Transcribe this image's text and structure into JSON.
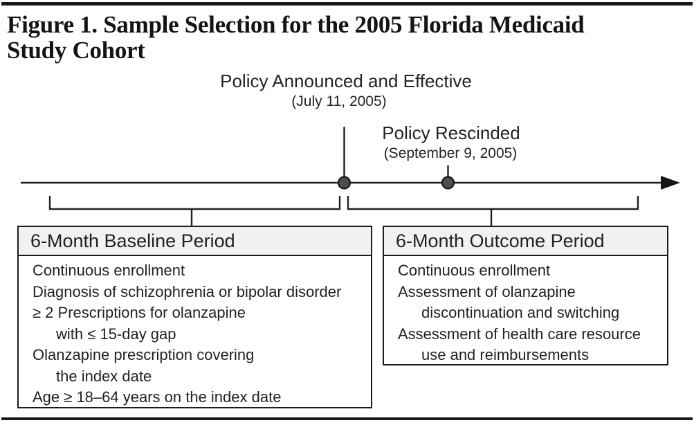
{
  "figure_title": {
    "line1": "Figure 1. Sample Selection for the 2005 Florida Medicaid",
    "line2": "Study Cohort"
  },
  "timeline": {
    "axis_color": "#231f20",
    "dot_fill": "#4f4f4f",
    "dot_stroke": "#161616",
    "events": {
      "policy_effective": {
        "label": "Policy Announced and Effective",
        "date": "(July 11, 2005)"
      },
      "policy_rescinded": {
        "label": "Policy Rescinded",
        "date": "(September 9, 2005)"
      }
    }
  },
  "baseline_box": {
    "header": "6-Month Baseline Period",
    "header_bg": "#f1f1ef",
    "items": [
      "Continuous enrollment",
      "Diagnosis of schizophrenia or bipolar disorder",
      "≥ 2 Prescriptions for olanzapine",
      "with ≤ 15-day gap",
      "Olanzapine prescription covering",
      "the index date",
      "Age ≥ 18–64 years on the index date"
    ]
  },
  "outcome_box": {
    "header": "6-Month Outcome Period",
    "header_bg": "#f1f1ef",
    "items": [
      "Continuous enrollment",
      "Assessment of olanzapine",
      "discontinuation and switching",
      "Assessment of health care resource",
      "use and reimbursements"
    ]
  }
}
